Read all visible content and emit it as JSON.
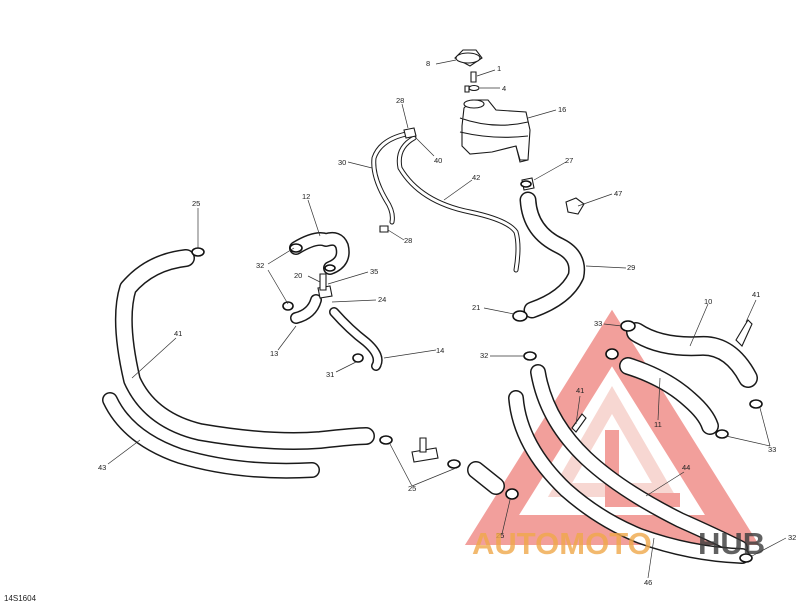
{
  "diagram": {
    "code": "14S1604",
    "callouts": [
      {
        "id": "c1",
        "text": "1"
      },
      {
        "id": "c4",
        "text": "4"
      },
      {
        "id": "c8",
        "text": "8"
      },
      {
        "id": "c16",
        "text": "16"
      },
      {
        "id": "c28a",
        "text": "28"
      },
      {
        "id": "c40",
        "text": "40"
      },
      {
        "id": "c30",
        "text": "30"
      },
      {
        "id": "c42",
        "text": "42"
      },
      {
        "id": "c27",
        "text": "27"
      },
      {
        "id": "c47",
        "text": "47"
      },
      {
        "id": "c28b",
        "text": "28"
      },
      {
        "id": "c29",
        "text": "29"
      },
      {
        "id": "c25a",
        "text": "25"
      },
      {
        "id": "c12",
        "text": "12"
      },
      {
        "id": "c32a",
        "text": "32"
      },
      {
        "id": "c20",
        "text": "20"
      },
      {
        "id": "c35",
        "text": "35"
      },
      {
        "id": "c24",
        "text": "24"
      },
      {
        "id": "c21",
        "text": "21"
      },
      {
        "id": "c13",
        "text": "13"
      },
      {
        "id": "c14",
        "text": "14"
      },
      {
        "id": "c31",
        "text": "31"
      },
      {
        "id": "c41a",
        "text": "41"
      },
      {
        "id": "c32b",
        "text": "32"
      },
      {
        "id": "c33a",
        "text": "33"
      },
      {
        "id": "c10",
        "text": "10"
      },
      {
        "id": "c41b",
        "text": "41"
      },
      {
        "id": "c41c",
        "text": "41"
      },
      {
        "id": "c11",
        "text": "11"
      },
      {
        "id": "c33b",
        "text": "33"
      },
      {
        "id": "c43",
        "text": "43"
      },
      {
        "id": "c25b",
        "text": "25"
      },
      {
        "id": "c25c",
        "text": "25"
      },
      {
        "id": "c44",
        "text": "44"
      },
      {
        "id": "c46",
        "text": "46"
      },
      {
        "id": "c32c",
        "text": "32"
      }
    ]
  },
  "watermark": {
    "text_part1": "AUTOMOTO",
    "text_part2": "HUB",
    "color_primary": "#e8514a",
    "color_secondary": "#f2b8ae",
    "color_dark": "#3a3a3a"
  }
}
